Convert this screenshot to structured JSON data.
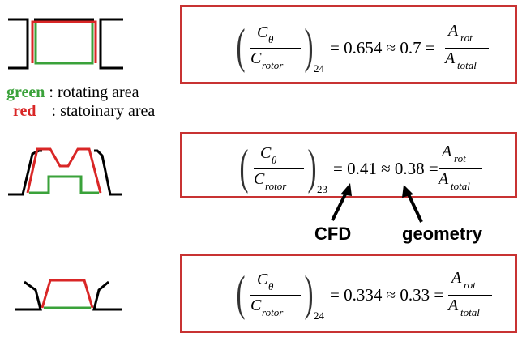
{
  "legend": {
    "green_key": "green",
    "green_text": ": rotating area",
    "red_key": "red",
    "red_text": ": statoinary area"
  },
  "annotations": {
    "cfd": "CFD",
    "geometry": "geometry"
  },
  "equations": [
    {
      "numerator_var": "C",
      "numerator_sub": "θ",
      "denominator_var": "C",
      "denominator_sub": "rotor",
      "outer_sub": "24",
      "value": "= 0.654 ≈ 0.7 =",
      "rhs_num_var": "A",
      "rhs_num_sub": "rot",
      "rhs_den_var": "A",
      "rhs_den_sub": "total"
    },
    {
      "numerator_var": "C",
      "numerator_sub": "θ",
      "denominator_var": "C",
      "denominator_sub": "rotor",
      "outer_sub": "23",
      "value": "= 0.41 ≈ 0.38 =",
      "rhs_num_var": "A",
      "rhs_num_sub": "rot",
      "rhs_den_var": "A",
      "rhs_den_sub": "total"
    },
    {
      "numerator_var": "C",
      "numerator_sub": "θ",
      "denominator_var": "C",
      "denominator_sub": "rotor",
      "outer_sub": "24",
      "value": "= 0.334 ≈ 0.33 =",
      "rhs_num_var": "A",
      "rhs_num_sub": "rot",
      "rhs_den_var": "A",
      "rhs_den_sub": "total"
    }
  ],
  "colors": {
    "green": "#3aa23a",
    "red": "#d92626",
    "box_border": "#c83232"
  }
}
